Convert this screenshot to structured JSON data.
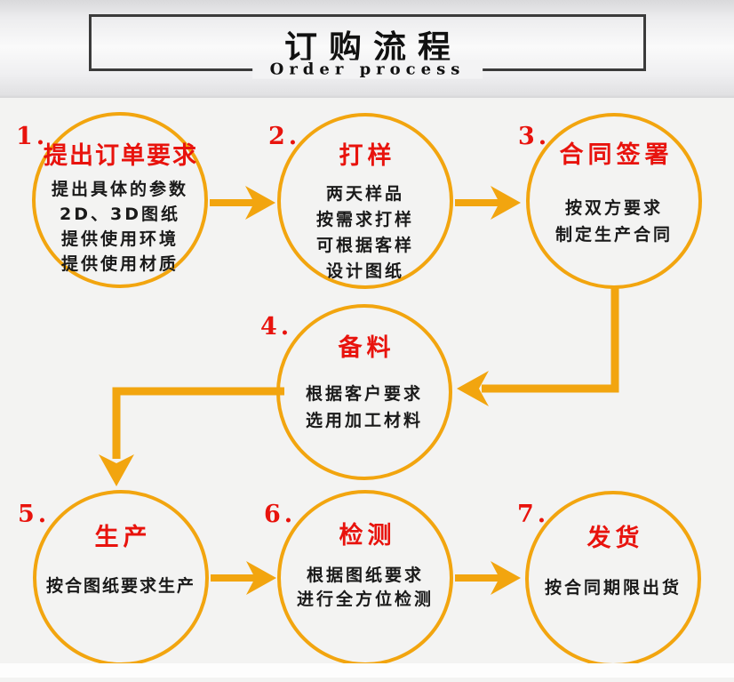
{
  "header": {
    "title": "订购流程",
    "subtitle": "Order process"
  },
  "colors": {
    "accent_gold": "#F2A50F",
    "accent_red": "#E8130D",
    "text_black": "#1A1A1A",
    "box_border": "#3B3B3B"
  },
  "steps": [
    {
      "number": "1.",
      "title": "提出订单要求",
      "lines": [
        "提出具体的参数",
        "2D、3D图纸",
        "提供使用环境",
        "提供使用材质"
      ]
    },
    {
      "number": "2.",
      "title": "打样",
      "lines": [
        "两天样品",
        "按需求打样",
        "可根据客样",
        "设计图纸"
      ]
    },
    {
      "number": "3.",
      "title": "合同签署",
      "lines": [
        "按双方要求",
        "制定生产合同"
      ]
    },
    {
      "number": "4.",
      "title": "备料",
      "lines": [
        "根据客户要求",
        "选用加工材料"
      ]
    },
    {
      "number": "5.",
      "title": "生产",
      "lines": [
        "按合图纸要求生产"
      ]
    },
    {
      "number": "6.",
      "title": "检测",
      "lines": [
        "根据图纸要求",
        "进行全方位检测"
      ]
    },
    {
      "number": "7.",
      "title": "发货",
      "lines": [
        "按合同期限出货"
      ]
    }
  ]
}
